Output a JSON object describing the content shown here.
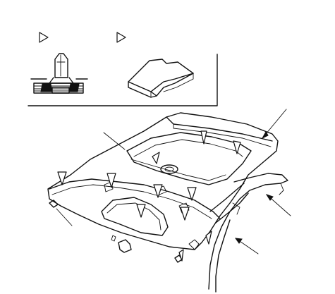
{
  "diagram": {
    "type": "technical-illustration",
    "subject": "headliner-removal",
    "inset": {
      "callouts": [
        "clip-marker",
        "pad-marker"
      ],
      "parts": [
        "trim-clip",
        "foam-pad"
      ]
    },
    "fastener_markers": {
      "clip_triangles": 6,
      "pad_triangles": 5
    },
    "leader_lines": 5,
    "colors": {
      "line": "#111111",
      "background": "#ffffff"
    }
  }
}
